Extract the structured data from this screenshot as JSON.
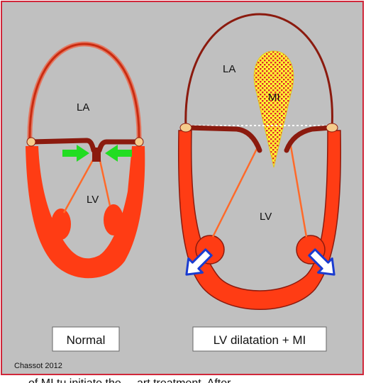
{
  "colors": {
    "background": "#c0c0c0",
    "frame": "#d0273a",
    "wall": "#ff3c14",
    "valve": "#8b1a0e",
    "chordae": "#ff6a2a",
    "annulus": "#f5cc8c",
    "arrow_normal": "#22dd22",
    "arrow_dilation": "#1a3cd0",
    "jet_fill": "#ffff33",
    "jet_dots": "#e0282c",
    "dotted_line": "#ffffff"
  },
  "normal_heart": {
    "atrium_label": "LA",
    "ventricle_label": "LV",
    "caption": "Normal",
    "arrows": "green-closing-arrows"
  },
  "dilated_heart": {
    "atrium_label": "LA",
    "ventricle_label": "LV",
    "jet_label": "MI",
    "caption": "LV dilatation + MI",
    "arrows": "blue-outward-arrows"
  },
  "credit": "Chassot 2012",
  "cut_off_text": "of MI tu initiate the ... art treatment. After..."
}
